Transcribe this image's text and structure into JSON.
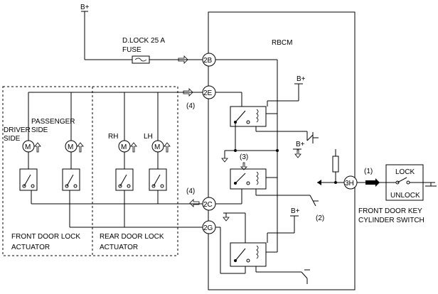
{
  "labels": {
    "bplus": "B+",
    "fuse1": "D.LOCK 25 A",
    "fuse2": "FUSE",
    "rbcm": "RBCM",
    "driver1": "DRIVER",
    "driver2": "SIDE",
    "pass1": "PASSENGER",
    "pass2": "SIDE",
    "rh": "RH",
    "lh": "LH",
    "motor": "M",
    "front1": "FRONT DOOR LOCK",
    "front2": "ACTUATOR",
    "rear1": "REAR DOOR LOCK",
    "rear2": "ACTUATOR",
    "lock": "LOCK",
    "unlock": "UNLOCK",
    "sw1": "FRONT DOOR KEY",
    "sw2": "CYLINDER SWITCH",
    "n1": "(1)",
    "n2": "(2)",
    "n3": "(3)",
    "n4a": "(4)",
    "n4b": "(4)"
  },
  "connectors": {
    "c2b": "2B",
    "c2e": "2E",
    "c2c": "2C",
    "c2g": "2G",
    "c3h": "3H"
  }
}
